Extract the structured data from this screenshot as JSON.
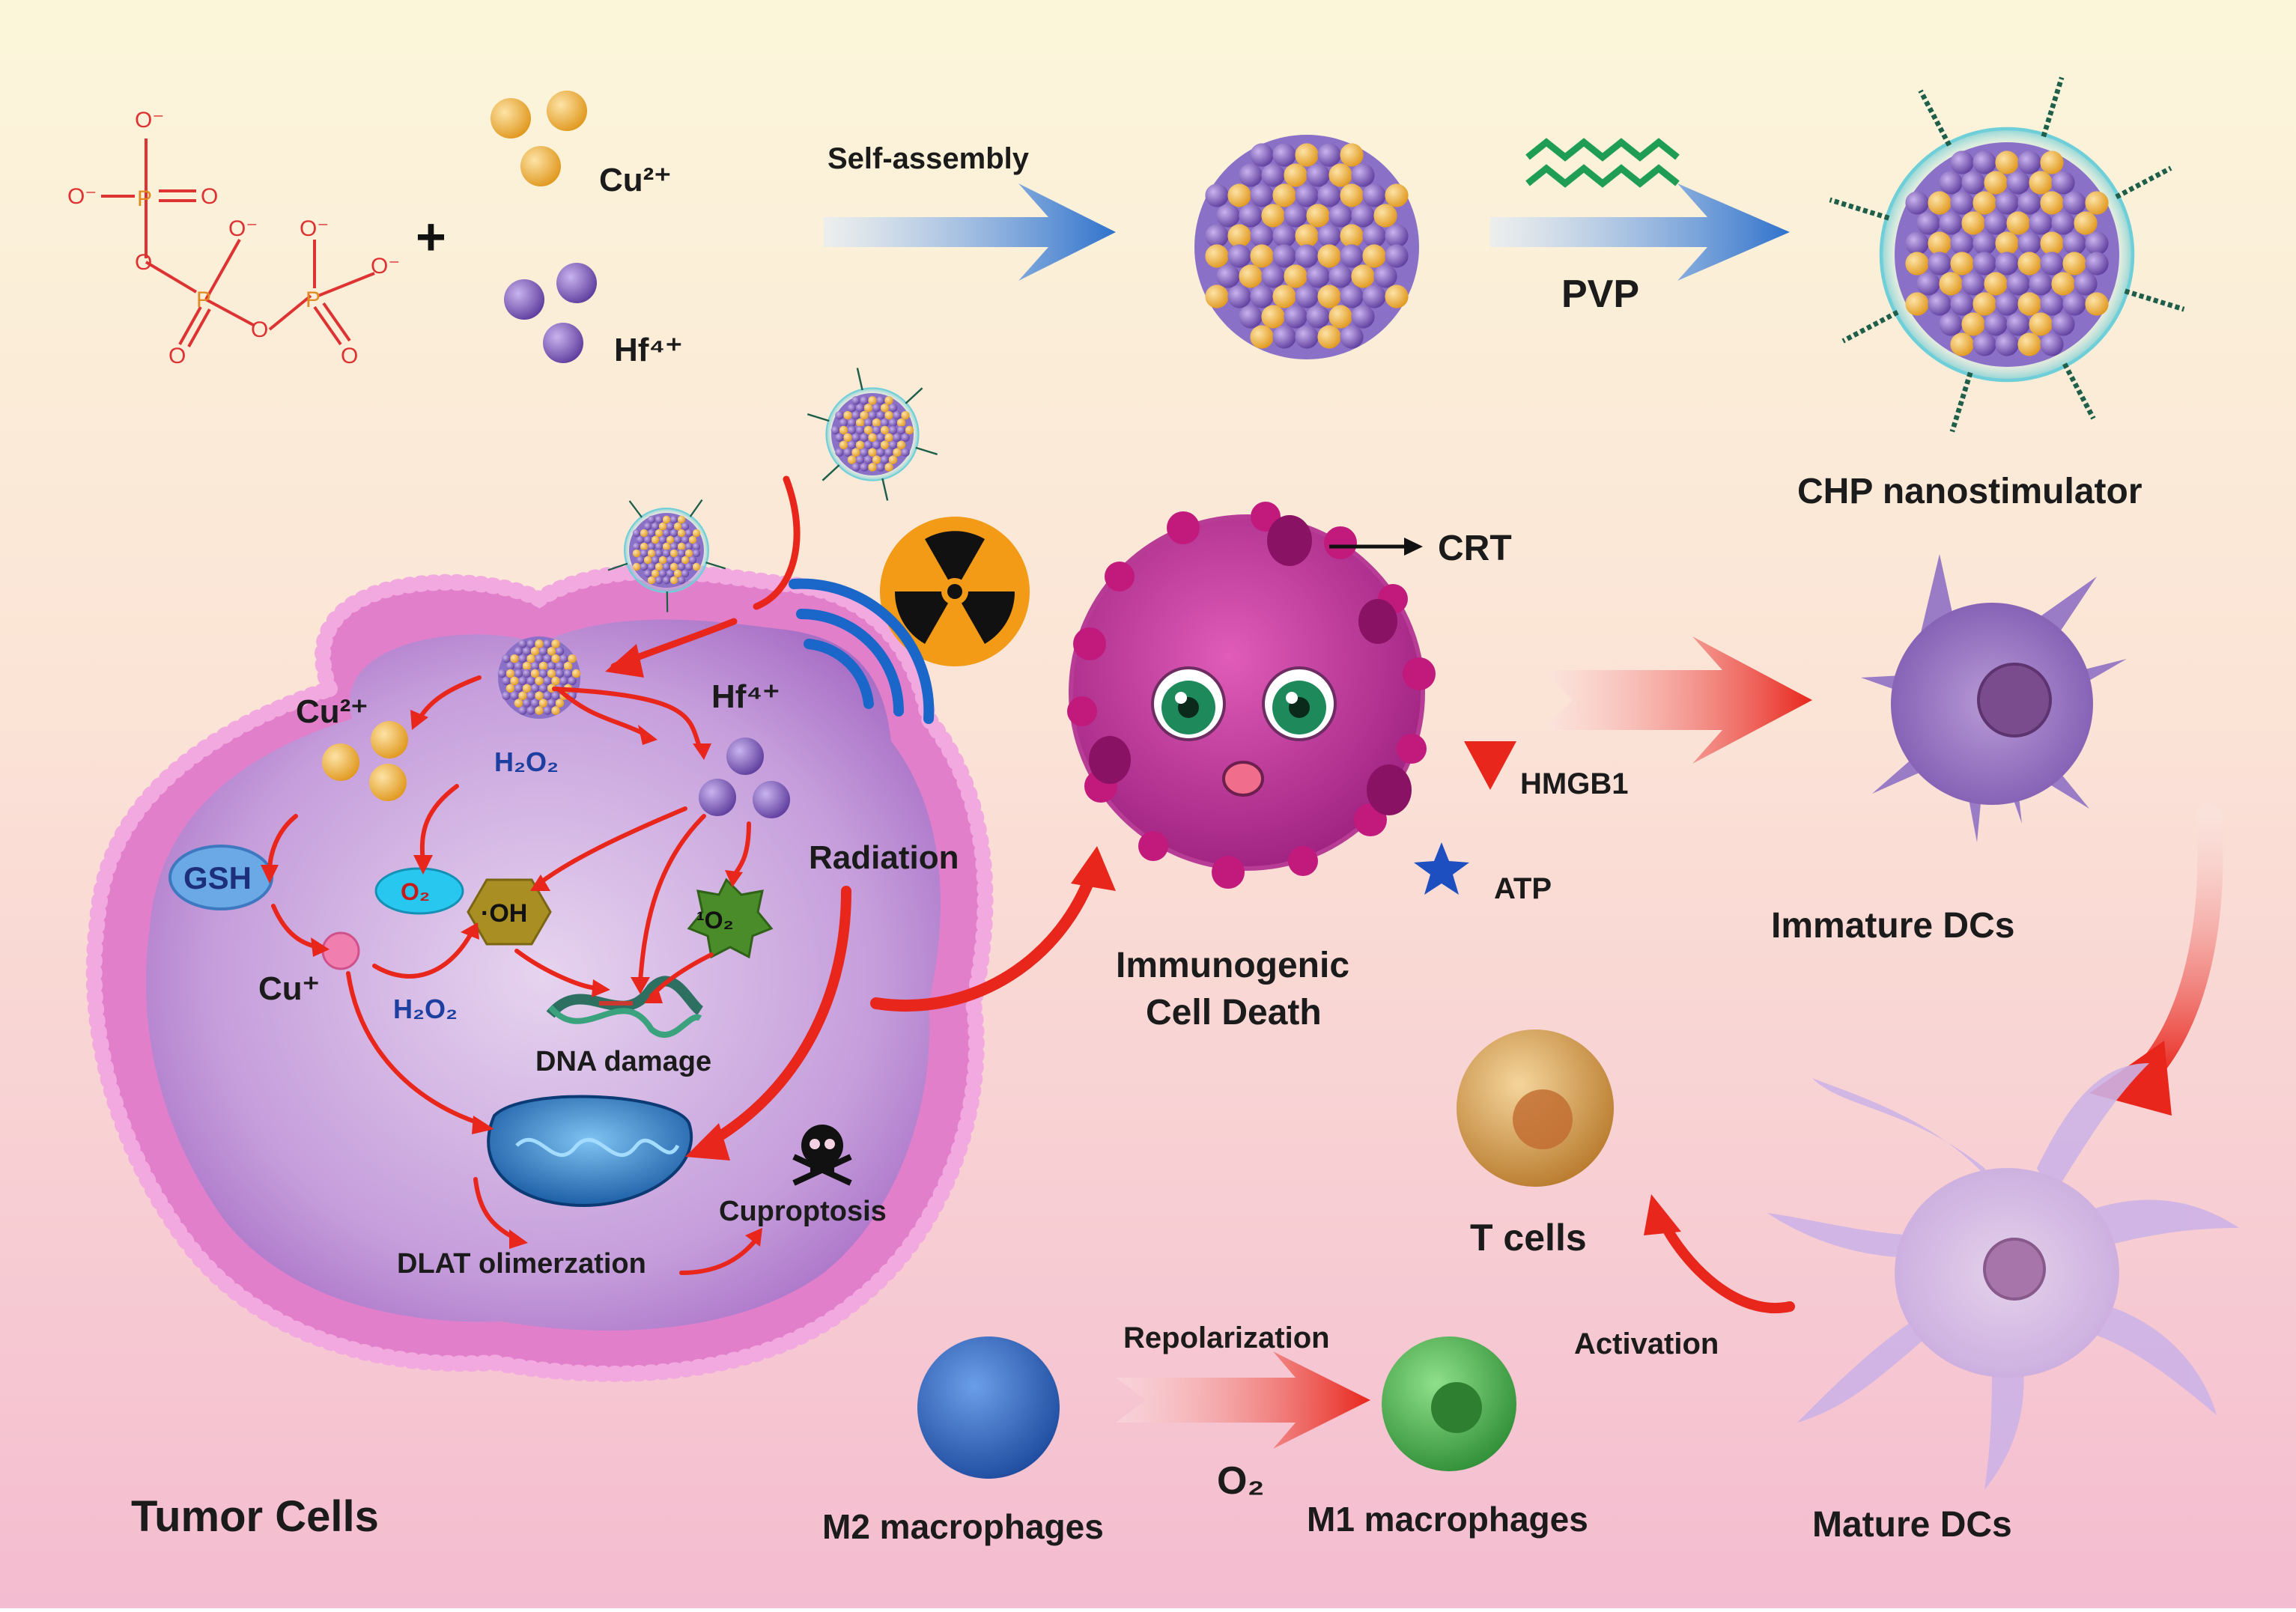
{
  "reagents": {
    "phosphate_o_minus": "O⁻",
    "phosphate_p": "P",
    "phosphate_o": "O",
    "plus": "+",
    "cu_ion": "Cu²⁺",
    "hf_ion": "Hf⁴⁺"
  },
  "synthesis": {
    "self_assembly": "Self-assembly",
    "pvp": "PVP",
    "product": "CHP nanostimulator"
  },
  "tumor": {
    "title": "Tumor Cells",
    "cu2": "Cu²⁺",
    "hf4": "Hf⁴⁺",
    "h2o2_top": "H₂O₂",
    "h2o2_bottom": "H₂O₂",
    "gsh": "GSH",
    "o2": "O₂",
    "oh": "·OH",
    "singlet_o2": "¹O₂",
    "cu1": "Cu⁺",
    "radiation": "Radiation",
    "dna_damage": "DNA damage",
    "dlat": "DLAT olimerzation",
    "cuproptosis": "Cuproptosis"
  },
  "icd": {
    "title_line1": "Immunogenic",
    "title_line2": "Cell Death",
    "crt": "CRT",
    "hmgb1": "HMGB1",
    "atp": "ATP"
  },
  "immune": {
    "immature_dcs": "Immature DCs",
    "mature_dcs": "Mature DCs",
    "t_cells": "T cells",
    "activation": "Activation",
    "m2": "M2 macrophages",
    "m1": "M1 macrophages",
    "repolarization": "Repolarization",
    "o2": "O₂"
  },
  "colors": {
    "arrow_red": "#e8261c",
    "arrow_blue": "#3f7fd1",
    "cu_particle": "#f2b544",
    "hf_particle": "#8e6fc9",
    "membrane": "#d25db8",
    "tumor_interior": "#c8a4dc"
  }
}
